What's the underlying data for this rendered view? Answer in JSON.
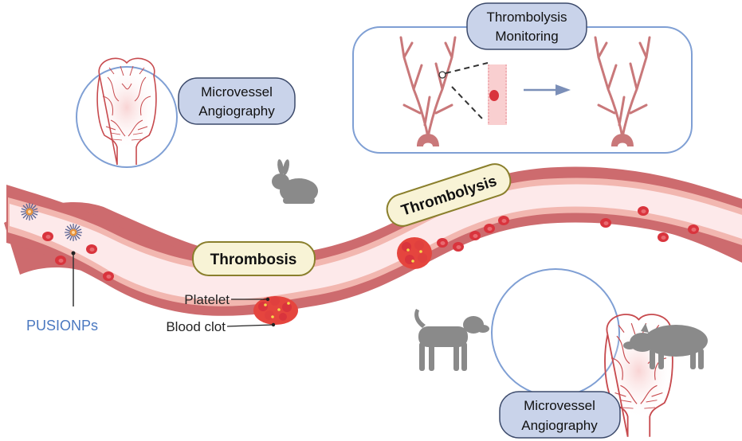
{
  "labels": {
    "microvessel_top": [
      "Microvessel",
      "Angiography"
    ],
    "microvessel_bottom": [
      "Microvessel",
      "Angiography"
    ],
    "monitoring": [
      "Thrombolysis",
      "Monitoring"
    ],
    "thrombosis": "Thrombosis",
    "thrombolysis": "Thrombolysis",
    "platelet": "Platelet",
    "blood_clot": "Blood clot",
    "nanoparticles": "PUSIONPs"
  },
  "animals": [
    "rabbit",
    "dog",
    "pig"
  ],
  "colors": {
    "vessel_wall": "#cd6b6e",
    "vessel_inner_wall": "#f2b7b0",
    "vessel_lumen": "#fde9ea",
    "red_cell": "#d9343d",
    "label_blue_fill": "#c9d3ea",
    "label_blue_stroke": "#3c4a6b",
    "circle_stroke": "#7f9fd4",
    "label_yellow_fill": "#f8f3d6",
    "label_yellow_stroke": "#8a7f2c",
    "animal_gray": "#8a8a8a",
    "np_text": "#4a78c0"
  }
}
